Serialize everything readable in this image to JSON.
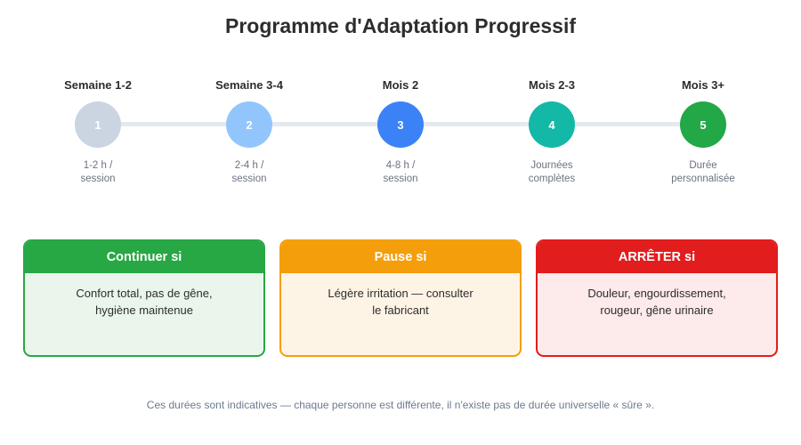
{
  "title": "Programme d'Adaptation Progressif",
  "stages": [
    {
      "label": "Semaine 1-2",
      "number": "1",
      "desc_lines": [
        "1-2 h /",
        "session"
      ],
      "color": "#cbd5e1"
    },
    {
      "label": "Semaine 3-4",
      "number": "2",
      "desc_lines": [
        "2-4 h /",
        "session"
      ],
      "color": "#93c5fd"
    },
    {
      "label": "Mois 2",
      "number": "3",
      "desc_lines": [
        "4-8 h /",
        "session"
      ],
      "color": "#3b82f6"
    },
    {
      "label": "Mois 2-3",
      "number": "4",
      "desc_lines": [
        "Journées",
        "complètes"
      ],
      "color": "#14b8a6"
    },
    {
      "label": "Mois 3+",
      "number": "5",
      "desc_lines": [
        "Durée",
        "personnalisée"
      ],
      "color": "#22a846"
    }
  ],
  "cards": [
    {
      "title": "Continuer si",
      "body_lines": [
        "Confort total, pas de gêne,",
        "hygiène maintenue"
      ],
      "accent": "#28a745",
      "bg": "#eaf6ec"
    },
    {
      "title": "Pause si",
      "body_lines": [
        "Légère irritation — consulter",
        "le fabricant"
      ],
      "accent": "#f59e0b",
      "bg": "#fef4e6"
    },
    {
      "title": "ARRÊTER si",
      "body_lines": [
        "Douleur, engourdissement,",
        "rougeur, gêne urinaire"
      ],
      "accent": "#e11d1d",
      "bg": "#fdeaea"
    }
  ],
  "footer": "Ces durées sont indicatives — chaque personne est différente, il n'existe pas de durée universelle « sûre »."
}
